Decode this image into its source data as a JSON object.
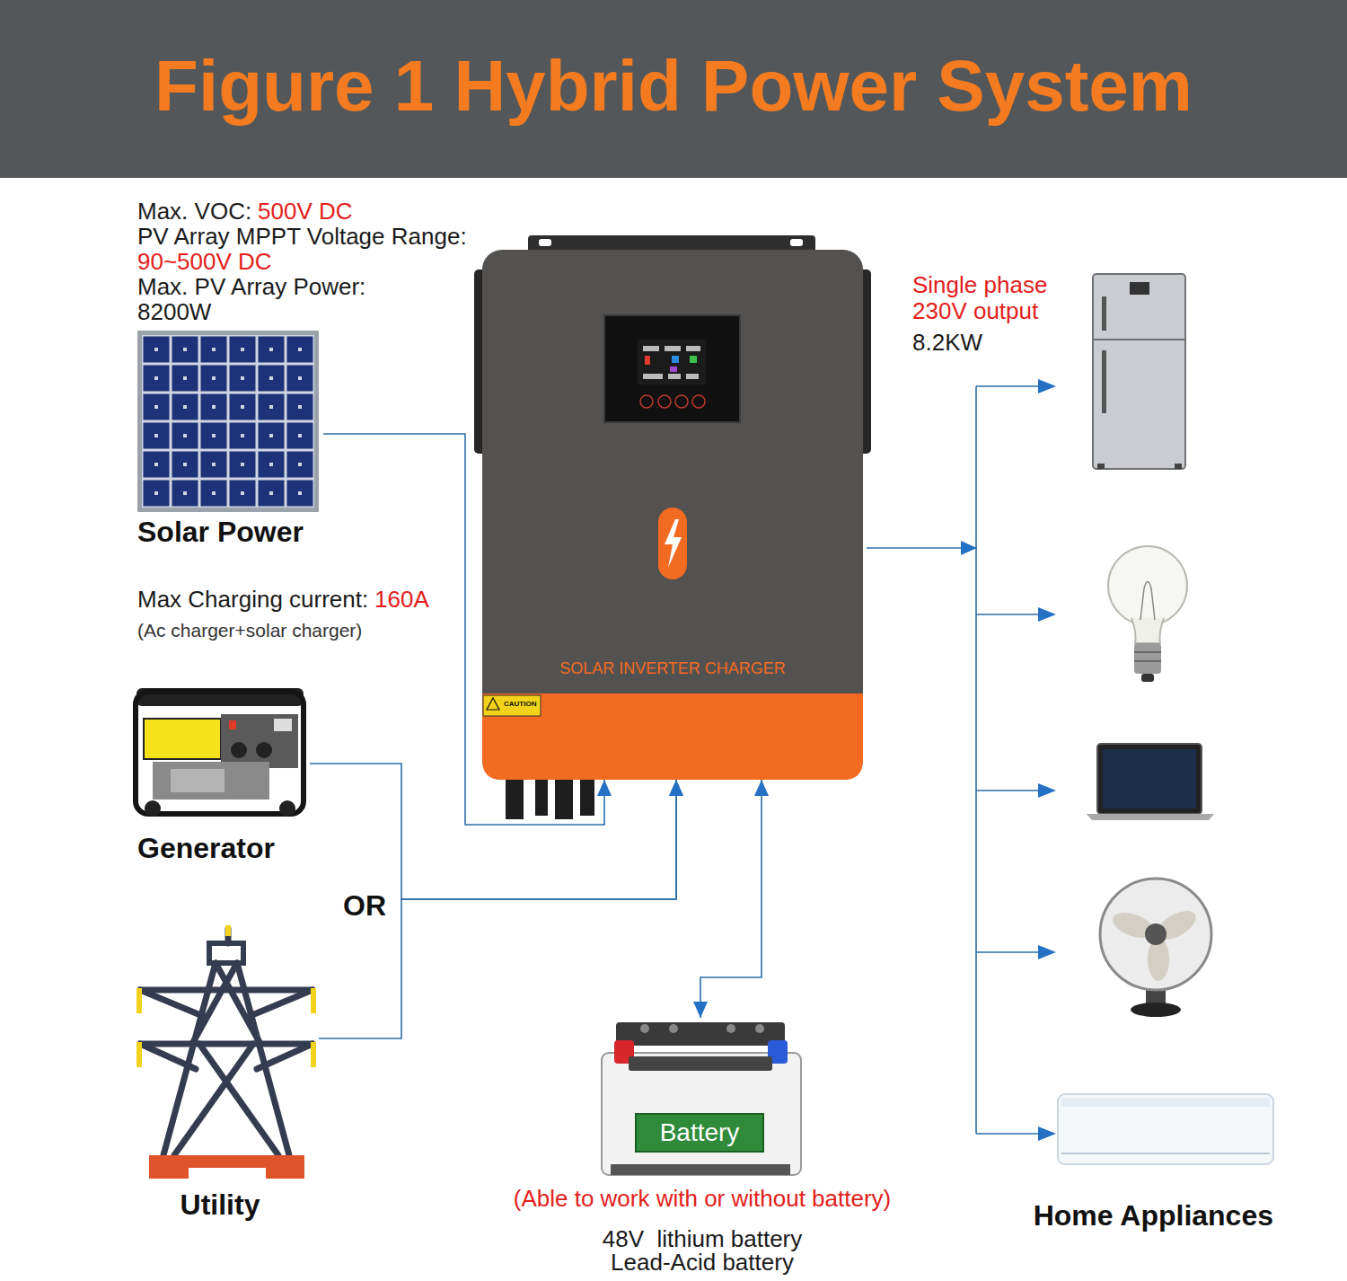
{
  "diagram": {
    "title": "Figure 1 Hybrid Power System",
    "nodes": [
      {
        "text": [
          "Solar Power"
        ]
      },
      {
        "text": [
          "SOLAR INVERTER CHARGER"
        ]
      },
      {
        "text": [
          "Generator"
        ]
      },
      {
        "text": [
          "Utility"
        ]
      },
      {
        "text": [
          "Battery"
        ]
      },
      {
        "text": [
          "Home Appliances"
        ]
      }
    ],
    "edges": [
      {
        "from": 0,
        "to": 1,
        "arrow": "to"
      },
      {
        "from": 2,
        "to": 1,
        "arrow": "to"
      },
      {
        "from": 3,
        "to": 1,
        "arrow": "to"
      },
      {
        "from": 1,
        "to": 4,
        "arrow": "both"
      },
      {
        "from": 1,
        "to": 5,
        "arrow": "to"
      }
    ],
    "labels": [
      "Max. VOC:",
      "500V DC",
      "PV Array MPPT Voltage Range:",
      "90~500V DC",
      "Max. PV Array Power:",
      "8200W",
      "Max Charging current:",
      "160A",
      "(Ac charger+solar charger)",
      "CAUTION",
      "OR",
      "Single phase 230V output",
      "8.2KW",
      "(Able to work with or without battery)",
      "48V  lithium battery",
      "Lead-Acid battery"
    ]
  }
}
